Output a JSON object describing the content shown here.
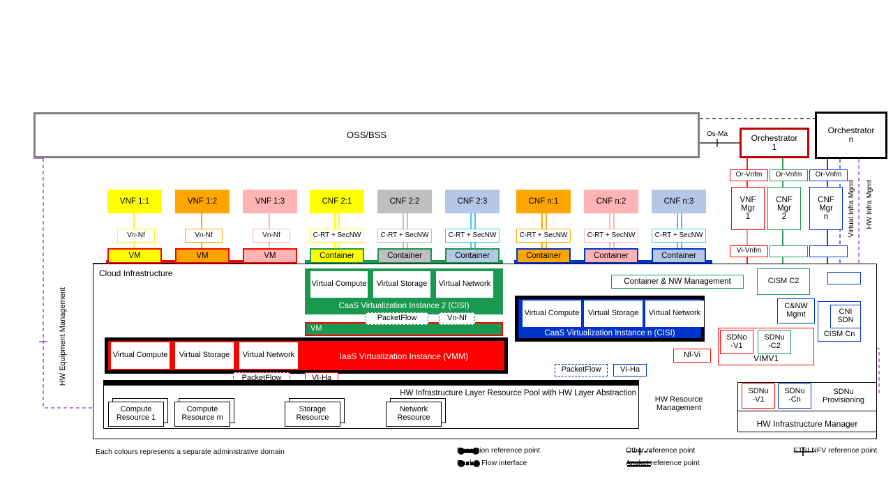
{
  "top": {
    "ossbss": "OSS/BSS",
    "os_ma": "Os-Ma",
    "orchestrator_1": "Orchestrator",
    "orchestrator_1_idx": "1",
    "orchestrator_n": "Orchestrator",
    "orchestrator_n_idx": "n"
  },
  "functions": [
    {
      "name": "VNF 1:1",
      "fill": "#FFFF00",
      "ifc": "Vn-Nf",
      "inst": "VM",
      "inst_fill": "#FFFF00",
      "inst_border": "#FF0000",
      "stroke": "#FFFF00"
    },
    {
      "name": "VNF 1:2",
      "fill": "#FFA500",
      "ifc": "Vn-Nf",
      "inst": "VM",
      "inst_fill": "#FFA500",
      "inst_border": "#FF0000",
      "stroke": "#FFA500"
    },
    {
      "name": "VNF 1:3",
      "fill": "#FFB3B3",
      "ifc": "Vn-Nf",
      "inst": "VM",
      "inst_fill": "#FFB3B3",
      "inst_border": "#FF0000",
      "stroke": "#FFB3B3"
    },
    {
      "name": "CNF 2:1",
      "fill": "#FFFF00",
      "ifc": "C-RT + SecNW",
      "inst": "Container",
      "inst_fill": "#FFFF00",
      "inst_border": "#1a9850",
      "stroke": "#FFFF00"
    },
    {
      "name": "CNF 2:2",
      "fill": "#BFBFBF",
      "ifc": "C-RT + SecNW",
      "inst": "Container",
      "inst_fill": "#BFBFBF",
      "inst_border": "#1a9850",
      "stroke": "#BFBFBF"
    },
    {
      "name": "CNF 2:3",
      "fill": "#B4C7E7",
      "ifc": "C-RT + SecNW",
      "inst": "Container",
      "inst_fill": "#B4C7E7",
      "inst_border": "#1a9850",
      "stroke": "#45C6EA"
    },
    {
      "name": "CNF n:1",
      "fill": "#FFA500",
      "ifc": "C-RT + SecNW",
      "inst": "Container",
      "inst_fill": "#FFA500",
      "inst_border": "#0033CC",
      "stroke": "#FFA500"
    },
    {
      "name": "CNF n:2",
      "fill": "#FFB3B3",
      "ifc": "C-RT + SecNW",
      "inst": "Container",
      "inst_fill": "#FFB3B3",
      "inst_border": "#0033CC",
      "stroke": "#FFB3B3"
    },
    {
      "name": "CNF n:3",
      "fill": "#B4C7E7",
      "ifc": "C-RT + SecNW",
      "inst": "Container",
      "inst_fill": "#B4C7E7",
      "inst_border": "#0033CC",
      "stroke": "#45C6EA"
    }
  ],
  "cloud": {
    "title": "Cloud Infrastructure",
    "caas2": {
      "label": "CaaS Virtualization Instance 2 (CISI)",
      "vc": "Virtual Compute",
      "vs": "Virtual Storage",
      "vn": "Virtual Network",
      "color": "#1a9850"
    },
    "caasn": {
      "label": "CaaS Virtualization Instance n (CISI)",
      "vc": "Virtual Compute",
      "vs": "Virtual Storage",
      "vn": "Virtual Network",
      "color": "#0033CC"
    },
    "iaas": {
      "label": "IaaS Virtualization Instance (VMM)",
      "vc": "Virtual Compute",
      "vs": "Virtual Storage",
      "vn": "Virtual Network",
      "color": "#FF0000"
    },
    "vm_bar": "VM",
    "hw_pool": "HW Infrastructure Layer Resource Pool with HW Layer Abstraction",
    "resources": [
      {
        "l1": "Compute",
        "l2": "Resource 1"
      },
      {
        "l1": "Compute",
        "l2": "Resource m"
      },
      {
        "l1": "Storage",
        "l2": "Resource"
      },
      {
        "l1": "Network",
        "l2": "Resource"
      }
    ],
    "refpoints": {
      "packetflow_green": "PacketFlow",
      "vn_nf_green": "Vn-Nf",
      "packetflow_red": "PacketFlow",
      "vi_ha_red": "VI-Ha",
      "packetflow_blue": "PacketFlow",
      "vi_ha_blue": "VI-Ha",
      "nf_vi": "Nf-Vi"
    }
  },
  "management": {
    "or_vnfm_red": "Or-Vnfm",
    "or_vnfm_green": "Or-Vnfm",
    "or_vnfm_blue": "Or-Vnfm",
    "vnf_mgr": {
      "l1": "VNF",
      "l2": "Mgr",
      "l3": "1"
    },
    "cnf_mgr2": {
      "l1": "CNF",
      "l2": "Mgr",
      "l3": "2"
    },
    "cnfmgrn": {
      "l1": "CNF",
      "l2": "Mgr",
      "l3": "n"
    },
    "vi_vnfm": "Vi-Vnfm",
    "container_nw_mgmt": "Container & NW Management",
    "cism_c2": "CISM C2",
    "cism_cn": "CISM Cn",
    "cni_sdn": {
      "l1": "CNI",
      "l2": "SDN"
    },
    "c_nw_mgmt": {
      "l1": "C&NW",
      "l2": "Mgmt"
    },
    "sdno_v1": {
      "l1": "SDNo",
      "l2": "-V1"
    },
    "sdnu_c2": {
      "l1": "SDNu",
      "l2": "-C2"
    },
    "vimv1": "VIMV1",
    "sdnu_v1": {
      "l1": "SDNu",
      "l2": "-V1"
    },
    "sdnu_cn": {
      "l1": "SDNu",
      "l2": "-Cn"
    },
    "sdnu_prov": {
      "l1": "SDNu",
      "l2": "Provisioning"
    },
    "hw_infra_mgr": "HW Infrastructure Manager",
    "virtual_infra_mgmt": "Virtual Infra Mgmt",
    "hw_infra_mgmt": "HW Infra Mgmt",
    "hw_equipment_mgmt": "HW Equipment Management",
    "hw_resource_mgmt": {
      "l1": "HW Resource",
      "l2": "Management"
    }
  },
  "legend": {
    "note": "Each colours represents a separate administrative domain",
    "items": [
      {
        "id": "execution-reference-point",
        "label": "Execution reference point"
      },
      {
        "id": "packet-flow-interface",
        "label": "Packet Flow interface"
      },
      {
        "id": "other-reference-point",
        "label": "Other reference point"
      },
      {
        "id": "anuket-reference-point",
        "label": "Anuket  reference point"
      },
      {
        "id": "etsi-nfv-reference-point",
        "label": "ETSI NFV reference point"
      }
    ]
  },
  "colors": {
    "red": "#FF0000",
    "darkred": "#C00000",
    "green": "#1a9850",
    "blue": "#0033CC",
    "cyan": "#45C6EA",
    "purple": "#9933CC",
    "grey": "#808080",
    "black": "#000000"
  }
}
